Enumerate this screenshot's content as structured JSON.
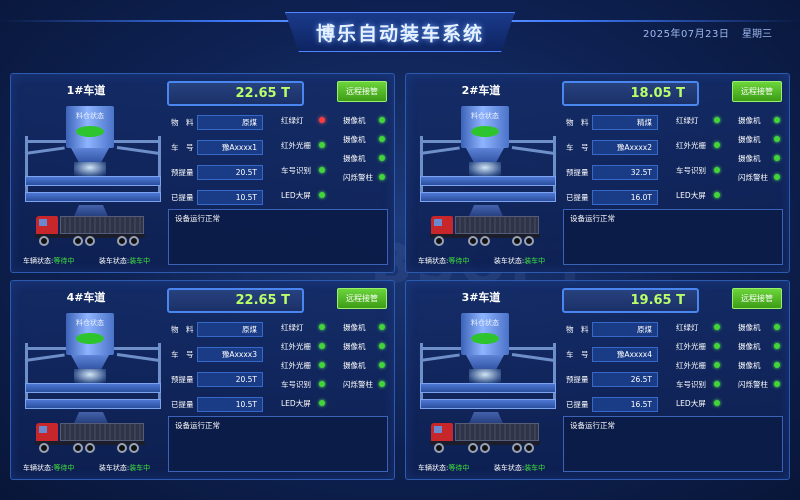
{
  "header": {
    "title": "博乐自动装车系统",
    "date": "2025年07月23日",
    "weekday": "星期三",
    "watermark": "BSOFT"
  },
  "colors": {
    "ok": "#43d43a",
    "alert": "#ff3b3b",
    "accent_green": "#6bd43b",
    "weight_text": "#b8ff6a"
  },
  "lanes": [
    {
      "title": "1#车道",
      "weight": "22.65 T",
      "remote_label": "远程接管",
      "silo_label": "料仓状态",
      "fields": [
        {
          "label": "物　料",
          "value": "原煤"
        },
        {
          "label": "车　号",
          "value": "豫Axxxx1"
        },
        {
          "label": "预提量",
          "value": "20.5T"
        },
        {
          "label": "已提量",
          "value": "10.5T"
        }
      ],
      "statuses": [
        {
          "label": "红绿灯",
          "state": "red"
        },
        {
          "label": "红外光栅",
          "state": "green"
        },
        {
          "label": "车号识别",
          "state": "green"
        },
        {
          "label": "LED大屏",
          "state": "green"
        }
      ],
      "devices": [
        {
          "label": "摄像机",
          "state": "green"
        },
        {
          "label": "摄像机",
          "state": "green"
        },
        {
          "label": "摄像机",
          "state": "green"
        },
        {
          "label": "闪烁警柱",
          "state": "green"
        }
      ],
      "info": "设备运行正常",
      "car_status_label": "车辆状态:",
      "car_status_value": "等待中",
      "load_status_label": "装车状态:",
      "load_status_value": "装车中"
    },
    {
      "title": "2#车道",
      "weight": "18.05 T",
      "remote_label": "远程接管",
      "silo_label": "料仓状态",
      "fields": [
        {
          "label": "物　料",
          "value": "精煤"
        },
        {
          "label": "车　号",
          "value": "豫Axxxx2"
        },
        {
          "label": "预提量",
          "value": "32.5T"
        },
        {
          "label": "已提量",
          "value": "16.0T"
        }
      ],
      "statuses": [
        {
          "label": "红绿灯",
          "state": "green"
        },
        {
          "label": "红外光栅",
          "state": "green"
        },
        {
          "label": "车号识别",
          "state": "green"
        },
        {
          "label": "LED大屏",
          "state": "green"
        }
      ],
      "devices": [
        {
          "label": "摄像机",
          "state": "green"
        },
        {
          "label": "摄像机",
          "state": "green"
        },
        {
          "label": "摄像机",
          "state": "green"
        },
        {
          "label": "闪烁警柱",
          "state": "green"
        }
      ],
      "info": "设备运行正常",
      "car_status_label": "车辆状态:",
      "car_status_value": "等待中",
      "load_status_label": "装车状态:",
      "load_status_value": "装车中"
    },
    {
      "title": "4#车道",
      "weight": "22.65 T",
      "remote_label": "远程接管",
      "silo_label": "料仓状态",
      "fields": [
        {
          "label": "物　料",
          "value": "原煤"
        },
        {
          "label": "车　号",
          "value": "豫Axxxx3"
        },
        {
          "label": "预提量",
          "value": "20.5T"
        },
        {
          "label": "已提量",
          "value": "10.5T"
        }
      ],
      "statuses": [
        {
          "label": "红绿灯",
          "state": "green"
        },
        {
          "label": "红外光栅",
          "state": "green"
        },
        {
          "label": "红外光栅",
          "state": "green"
        },
        {
          "label": "车号识别",
          "state": "green"
        },
        {
          "label": "LED大屏",
          "state": "green"
        }
      ],
      "devices": [
        {
          "label": "摄像机",
          "state": "green"
        },
        {
          "label": "摄像机",
          "state": "green"
        },
        {
          "label": "摄像机",
          "state": "green"
        },
        {
          "label": "闪烁警柱",
          "state": "green"
        }
      ],
      "info": "设备运行正常",
      "car_status_label": "车辆状态:",
      "car_status_value": "等待中",
      "load_status_label": "装车状态:",
      "load_status_value": "装车中"
    },
    {
      "title": "3#车道",
      "weight": "19.65 T",
      "remote_label": "远程接管",
      "silo_label": "料仓状态",
      "fields": [
        {
          "label": "物　料",
          "value": "原煤"
        },
        {
          "label": "车　号",
          "value": "豫Axxxx4"
        },
        {
          "label": "预提量",
          "value": "26.5T"
        },
        {
          "label": "已提量",
          "value": "16.5T"
        }
      ],
      "statuses": [
        {
          "label": "红绿灯",
          "state": "green"
        },
        {
          "label": "红外光栅",
          "state": "green"
        },
        {
          "label": "红外光栅",
          "state": "green"
        },
        {
          "label": "车号识别",
          "state": "green"
        },
        {
          "label": "LED大屏",
          "state": "green"
        }
      ],
      "devices": [
        {
          "label": "摄像机",
          "state": "green"
        },
        {
          "label": "摄像机",
          "state": "green"
        },
        {
          "label": "摄像机",
          "state": "green"
        },
        {
          "label": "闪烁警柱",
          "state": "green"
        }
      ],
      "info": "设备运行正常",
      "car_status_label": "车辆状态:",
      "car_status_value": "等待中",
      "load_status_label": "装车状态:",
      "load_status_value": "装车中"
    }
  ]
}
